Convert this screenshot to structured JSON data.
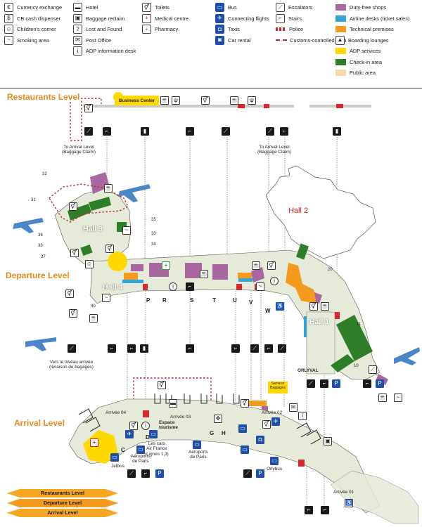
{
  "legend": {
    "col1": [
      {
        "icon": "currency-exchange-icon",
        "glyph": "€",
        "label": "Currency exchange"
      },
      {
        "icon": "cash-dispenser-icon",
        "glyph": "$",
        "label": "CB cash dispenser"
      },
      {
        "icon": "childrens-corner-icon",
        "glyph": "☺",
        "label": "Children's corner"
      },
      {
        "icon": "smoking-area-icon",
        "glyph": "~",
        "label": "Smoking area"
      }
    ],
    "col2": [
      {
        "icon": "hotel-icon",
        "glyph": "▬",
        "label": "Hotel"
      },
      {
        "icon": "baggage-reclaim-icon",
        "glyph": "▣",
        "label": "Baggage reclaim"
      },
      {
        "icon": "lost-and-found-icon",
        "glyph": "?",
        "label": "Lost and Found"
      },
      {
        "icon": "post-office-icon",
        "glyph": "✉",
        "label": "Post Office"
      },
      {
        "icon": "adp-information-desk-icon",
        "glyph": "i",
        "label": "ADP information desk"
      }
    ],
    "col3": [
      {
        "icon": "toilets-icon",
        "glyph": "⚥",
        "label": "Toilets"
      },
      {
        "icon": "medical-centre-icon",
        "glyph": "+",
        "label": "Medical centre",
        "tone": "red"
      },
      {
        "icon": "pharmacy-icon",
        "glyph": "+",
        "label": "Pharmacy",
        "tone": "green"
      }
    ],
    "col4": [
      {
        "icon": "bus-icon",
        "glyph": "▭",
        "label": "Bus",
        "tone": "blue"
      },
      {
        "icon": "connecting-flights-icon",
        "glyph": "✈",
        "label": "Connecting flights",
        "tone": "blue"
      },
      {
        "icon": "taxis-icon",
        "glyph": "◘",
        "label": "Taxis",
        "tone": "blue"
      },
      {
        "icon": "car-rental-icon",
        "glyph": "◙",
        "label": "Car rental",
        "tone": "blue"
      }
    ],
    "col5": [
      {
        "icon": "escalators-icon",
        "glyph": "⟋",
        "label": "Escalators"
      },
      {
        "icon": "stairs-icon",
        "glyph": "⌐",
        "label": "Stairs"
      },
      {
        "icon": "police-icon",
        "kind": "police",
        "label": "Police"
      },
      {
        "icon": "customs-area-icon",
        "kind": "dash",
        "label": "Customs-controlled area"
      }
    ],
    "col6": [
      {
        "color": "#a9679f",
        "label": "Duty-free shops"
      },
      {
        "color": "#33a6d8",
        "label": "Airline desks (ticket sales)"
      },
      {
        "color": "#f39a1f",
        "label": "Technical premises"
      },
      {
        "icon": "boarding-lounges-icon",
        "glyph": "▲",
        "label": "Boarding lounges"
      },
      {
        "color": "#ffd800",
        "label": "ADP services"
      },
      {
        "color": "#2e7d28",
        "label": "Check-in area"
      },
      {
        "color": "#f2d9a8",
        "label": "Public area"
      }
    ]
  },
  "levels": {
    "restaurants": "Restaurants Level",
    "departure": "Departure Level",
    "arrival": "Arrival Level"
  },
  "labels": {
    "business_center": "Business Center",
    "to_arrival_left": "To Arrival Level\n(Baggage Claim)",
    "to_arrival_right": "To Arrival Level\n(Baggage Claim)",
    "vers_niveau": "Vers le niveau arrivée\n(livraison de bagages)",
    "hall1": "Hall 1",
    "hall2": "Hall 2",
    "hall3": "Hall 3",
    "hall4": "Hall 4",
    "orlyval": "ORLYVAL",
    "service_bagages": "Service\nBagages",
    "espace_tourisme": "Espace\ntourisme",
    "arrivee_04": "Arrivée 04",
    "arrivee_03": "Arrivée 03",
    "arrivee_02": "Arrivée 02",
    "arrivee_01": "Arrivée 01",
    "jetbus": "Jetbus",
    "aeroports_paris_1": "Aéroports\nde Paris",
    "les_cars": "Les cars\nAir France\n(Lignes 1,3)",
    "aeroports_paris_2": "Aéroports\nde Paris",
    "orlybus": "Orlybus"
  },
  "gates_departure": [
    "P",
    "R",
    "S",
    "T",
    "U",
    "V",
    "W"
  ],
  "gates_arrival": [
    "C",
    "D",
    "G",
    "H",
    "J"
  ],
  "hall_numbers": [
    "32",
    "31",
    "36",
    "33",
    "37",
    "35",
    "30",
    "34",
    "40",
    "20",
    "11",
    "10"
  ],
  "bottom_legend": [
    "Restaurants Level",
    "Departure Level",
    "Arrival Level"
  ],
  "colors": {
    "duty_free": "#a9679f",
    "airline_desks": "#33a6d8",
    "technical": "#f39a1f",
    "adp": "#ffd800",
    "checkin": "#2e7d28",
    "public": "#f2d9a8",
    "floor": "#e6ead8",
    "level_label": "#e98a1e",
    "customs": "#c8262b"
  }
}
